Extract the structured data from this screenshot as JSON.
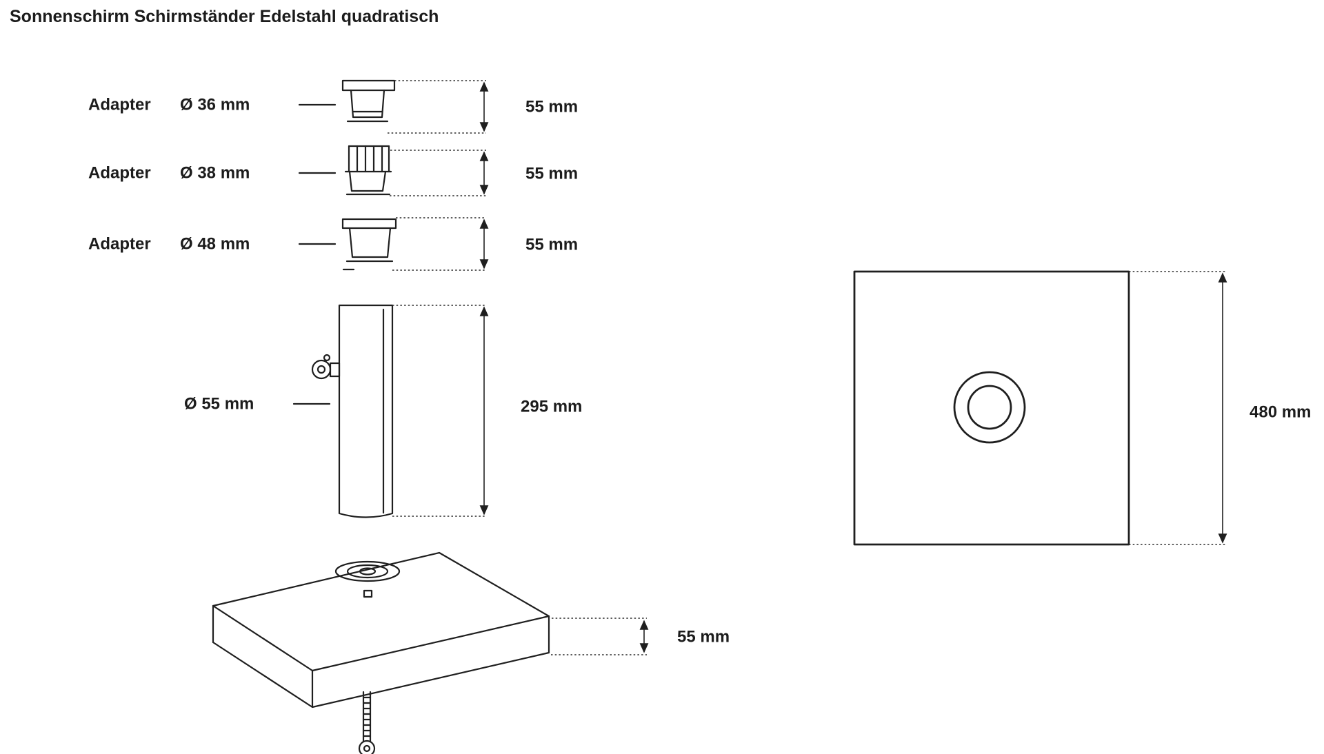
{
  "title": "Sonnenschirm Schirmständer Edelstahl quadratisch",
  "colors": {
    "line": "#1f1f1f",
    "background": "#ffffff"
  },
  "adapters": [
    {
      "name": "Adapter",
      "size": "Ø 36 mm",
      "height_dim": "55 mm"
    },
    {
      "name": "Adapter",
      "size": "Ø 38 mm",
      "height_dim": "55 mm"
    },
    {
      "name": "Adapter",
      "size": "Ø 48 mm",
      "height_dim": "55 mm"
    }
  ],
  "pole": {
    "diameter_label": "Ø 55 mm",
    "length_dim": "295 mm"
  },
  "base_side_view": {
    "thickness_dim": "55 mm"
  },
  "base_top_view": {
    "size_dim": "480 mm"
  }
}
